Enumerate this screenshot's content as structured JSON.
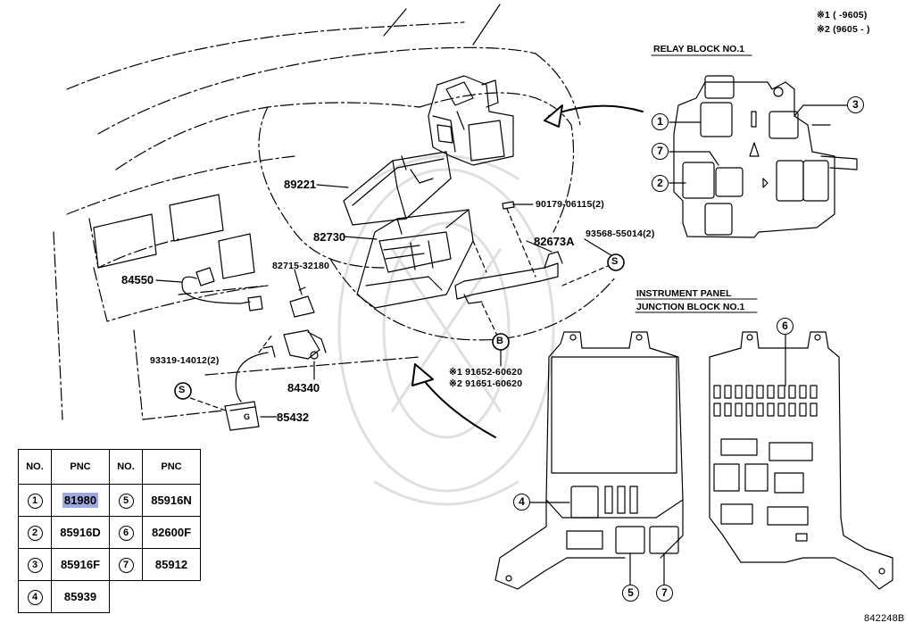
{
  "notes": {
    "note1": "※1 (      -9605)",
    "note2": "※2 (9605 -      )"
  },
  "headings": {
    "relay_block": "RELAY BLOCK NO.1",
    "ip_junction_line1": "INSTRUMENT PANEL",
    "ip_junction_line2": "JUNCTION BLOCK NO.1"
  },
  "part_labels": {
    "p89221": "89221",
    "p82730": "82730",
    "p84550": "84550",
    "p82715": "82715-32180",
    "p93319": "93319-14012(2)",
    "p84340": "84340",
    "p85432": "85432",
    "p90179": "90179-06115(2)",
    "p82673A": "82673A",
    "p93568": "93568-55014(2)",
    "p91652": "※1 91652-60620",
    "p91651": "※2 91651-60620"
  },
  "symbols": {
    "s": "S",
    "b": "B",
    "g": "G"
  },
  "callouts": {
    "c1": "1",
    "c2": "2",
    "c3": "3",
    "c4": "4",
    "c5": "5",
    "c6": "6",
    "c7": "7"
  },
  "table": {
    "headers": [
      "NO.",
      "PNC",
      "NO.",
      "PNC"
    ],
    "rows": [
      {
        "no1": "1",
        "pnc1": "81980",
        "no2": "5",
        "pnc2": "85916N"
      },
      {
        "no1": "2",
        "pnc1": "85916D",
        "no2": "6",
        "pnc2": "82600F"
      },
      {
        "no1": "3",
        "pnc1": "85916F",
        "no2": "7",
        "pnc2": "85912"
      },
      {
        "no1": "4",
        "pnc1": "85939",
        "no2": "",
        "pnc2": ""
      }
    ],
    "highlight_color": "#9ea9e2"
  },
  "diagram_code": "842248B"
}
